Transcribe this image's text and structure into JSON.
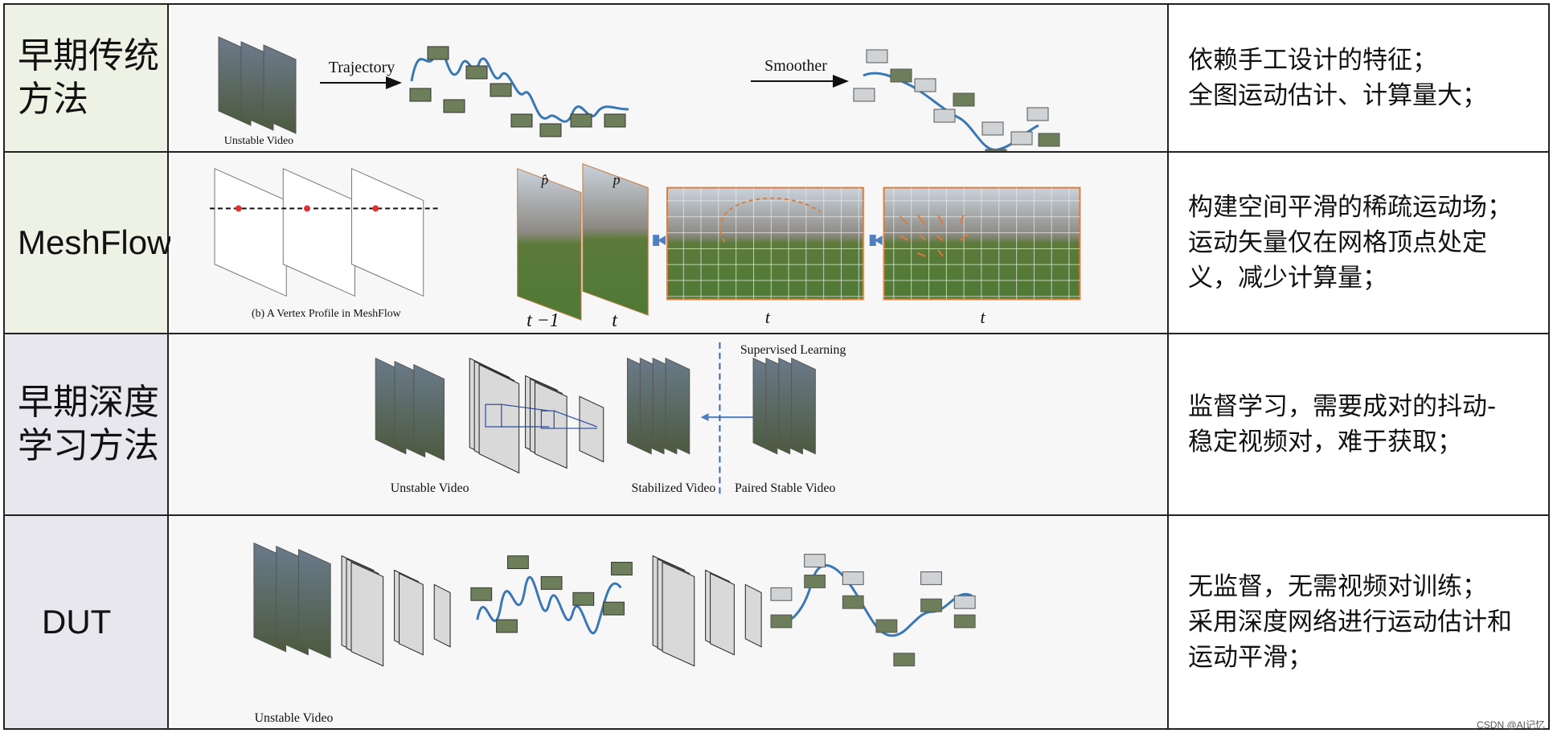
{
  "rows": [
    {
      "label": "早期传统\n方法",
      "description": "依赖手工设计的特征；\n全图运动估计、计算量大；",
      "captions": {
        "unstable": "Unstable Video",
        "trajectory": "Trajectory",
        "smoother": "Smoother"
      }
    },
    {
      "label": "MeshFlow",
      "description": "构建空间平滑的稀疏运动场；\n运动矢量仅在网格顶点处定\n义，减少计算量；",
      "captions": {
        "vertex": "(b) A Vertex Profile in MeshFlow",
        "t_minus_1": "t −1",
        "t1": "t",
        "t2": "t",
        "t3": "t",
        "p_hat": "p̂",
        "p": "p"
      }
    },
    {
      "label": "早期深度\n学习方法",
      "description": "监督学习，需要成对的抖动-\n稳定视频对，难于获取；",
      "captions": {
        "supervised": "Supervised Learning",
        "unstable": "Unstable Video",
        "stabilized": "Stabilized Video",
        "paired": "Paired Stable Video"
      }
    },
    {
      "label": "DUT",
      "description": "无监督，无需视频对训练；\n采用深度网络进行运动估计和\n运动平滑；",
      "captions": {
        "unstable": "Unstable Video"
      }
    }
  ],
  "watermark": "CSDN @AI记忆",
  "colors": {
    "trajectory": "#3a78b5",
    "mesh_accent": "#e07b39",
    "arrow": "#4f7fbf",
    "border": "#222222"
  }
}
